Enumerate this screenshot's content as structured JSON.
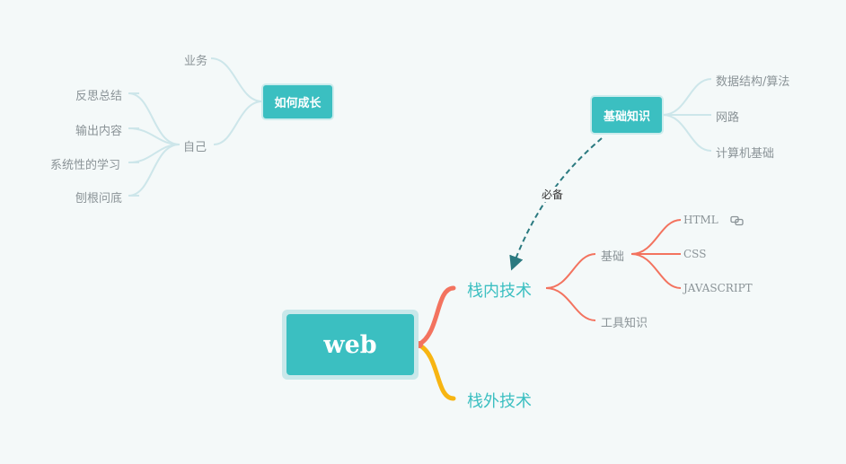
{
  "root": {
    "label": "web"
  },
  "left_map": {
    "topic": "如何成长",
    "business": "业务",
    "self": "自己",
    "self_children": [
      "反思总结",
      "输出内容",
      "系统性的学习",
      "刨根问底"
    ]
  },
  "right_map": {
    "topic": "基础知识",
    "children": [
      "数据结构/算法",
      "网路",
      "计算机基础"
    ]
  },
  "relation": {
    "label": "必备"
  },
  "main_branches": {
    "inner": "栈内技术",
    "outer": "栈外技术"
  },
  "inner_tree": {
    "basics": "基础",
    "basics_children": [
      "HTML",
      "CSS",
      "JAVASCRIPT"
    ],
    "tools": "工具知识"
  },
  "colors": {
    "background": "#f4f9f9",
    "topic": "#3bbfc1",
    "topic_border": "#cdeced",
    "light_line": "#cde6ea",
    "inner_line": "#f3735f",
    "outer_line": "#f7b512",
    "relation_line": "#2b7a80"
  },
  "icons": {
    "html_link": "link-icon"
  }
}
